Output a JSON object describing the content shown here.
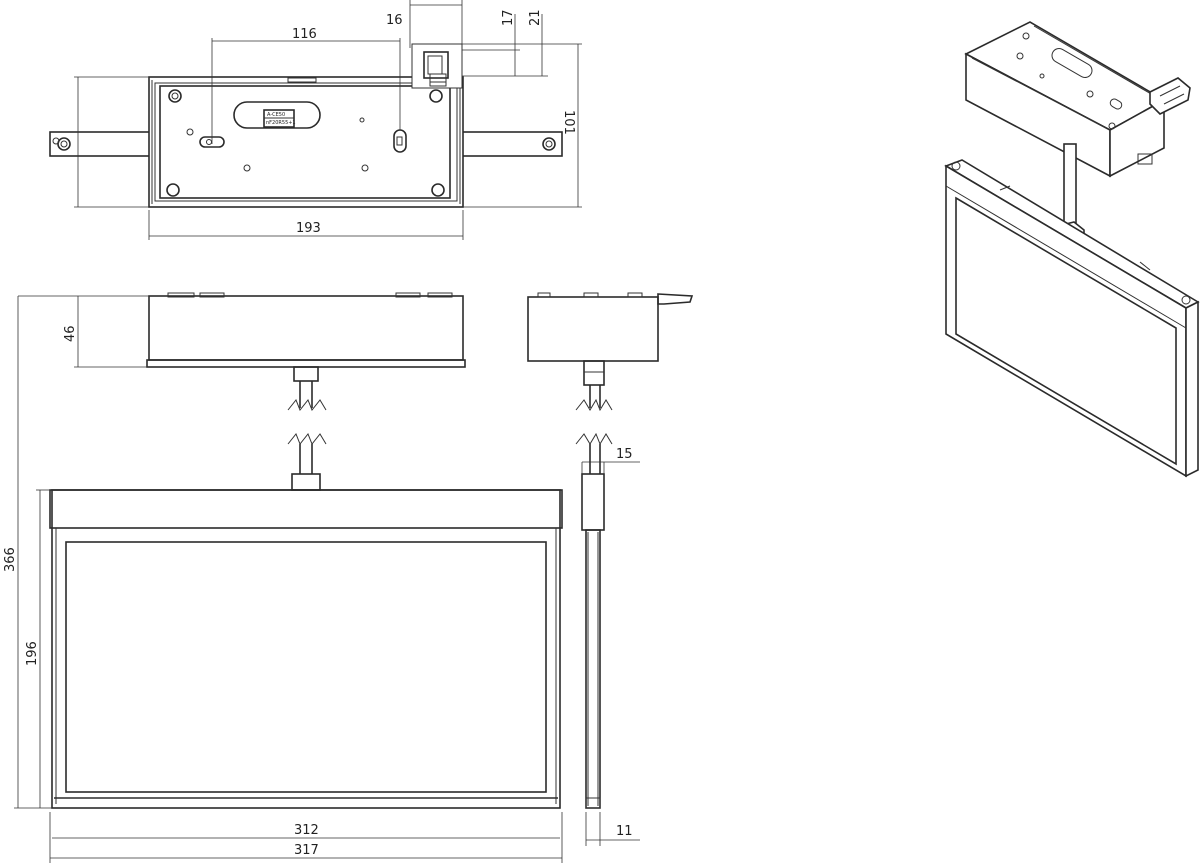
{
  "dimensions": {
    "d116": "116",
    "d16": "16",
    "d17": "17",
    "d21": "21",
    "d101": "101",
    "d193": "193",
    "d46": "46",
    "d366": "366",
    "d196": "196",
    "d15": "15",
    "d312": "312",
    "d317": "317",
    "d11": "11"
  },
  "label": {
    "line1": "A-CE50",
    "line2": "nF20R55+1"
  },
  "colors": {
    "line": "#2b2b2b",
    "background": "#ffffff"
  }
}
